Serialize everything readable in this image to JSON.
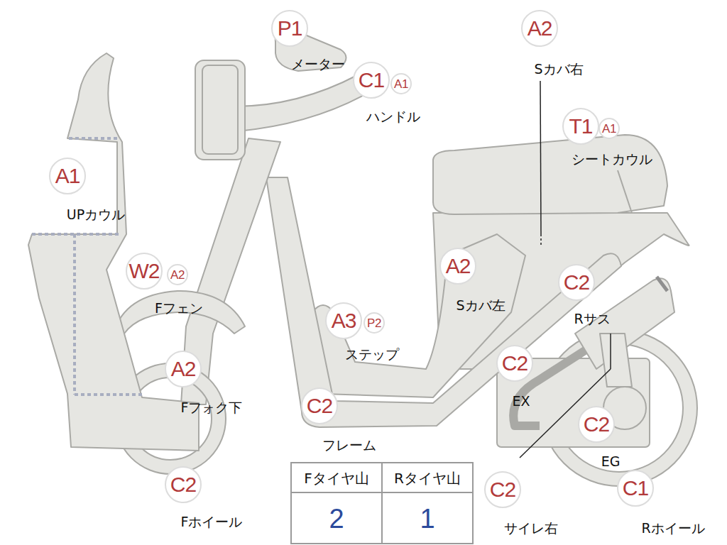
{
  "diagram": {
    "nodes": [
      {
        "text": [
          "P1",
          "メーター"
        ]
      },
      {
        "text": [
          "A2",
          "Sカバ右"
        ]
      },
      {
        "text": [
          "C1",
          "ハンドル"
        ]
      },
      {
        "text": [
          "A1"
        ]
      },
      {
        "text": [
          "T1",
          "シートカウル"
        ]
      },
      {
        "text": [
          "A1"
        ]
      },
      {
        "text": [
          "A1",
          "UPカウル"
        ]
      },
      {
        "text": [
          "W2",
          "Fフェン"
        ]
      },
      {
        "text": [
          "A2"
        ]
      },
      {
        "text": [
          "A2",
          "Sカバ左"
        ]
      },
      {
        "text": [
          "C2",
          "Rサス"
        ]
      },
      {
        "text": [
          "A3",
          "ステップ"
        ]
      },
      {
        "text": [
          "P2"
        ]
      },
      {
        "text": [
          "A2",
          "Fフォク下"
        ]
      },
      {
        "text": [
          "C2",
          "EX"
        ]
      },
      {
        "text": [
          "C2",
          "フレーム"
        ]
      },
      {
        "text": [
          "C2",
          "EG"
        ]
      },
      {
        "text": [
          "C2",
          "Fホイール"
        ]
      },
      {
        "text": [
          "C2",
          "サイレ右"
        ]
      },
      {
        "text": [
          "C1",
          "Rホイール"
        ]
      }
    ],
    "edges": [],
    "labels": [
      "Fタイヤ山",
      "Rタイヤ山",
      "2",
      "1"
    ]
  }
}
